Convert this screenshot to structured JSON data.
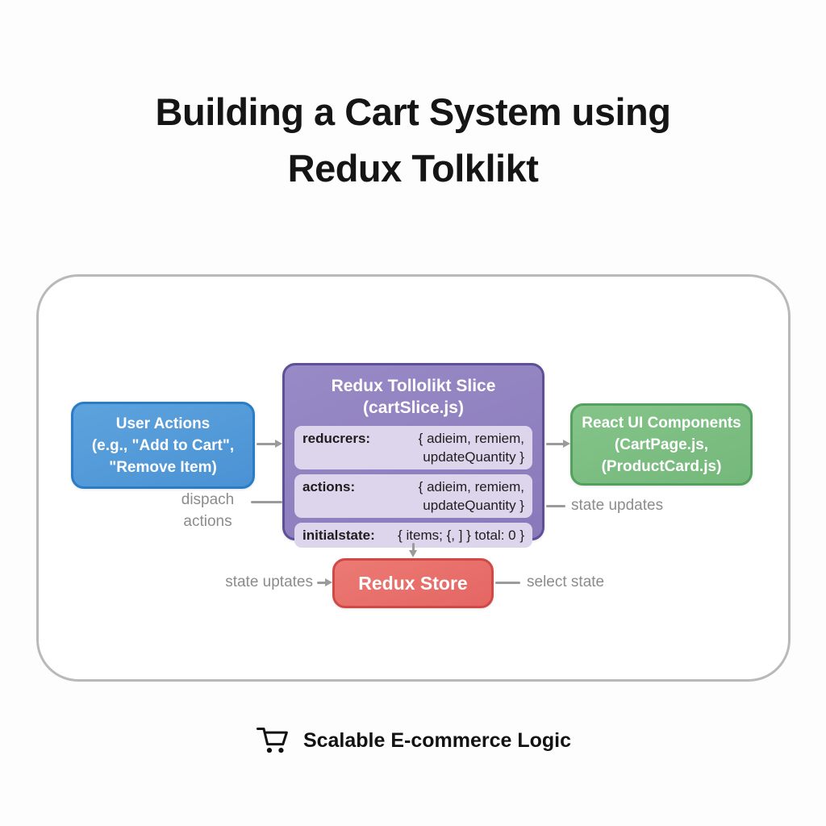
{
  "title": {
    "line1": "Building a Cart System using",
    "line2": "Redux Tolklikt"
  },
  "diagram": {
    "user_actions": {
      "line1": "User Actions",
      "line2": "(e.g., \"Add to Cart\",",
      "line3": "\"Remove Item)"
    },
    "slice": {
      "title_line1": "Redux Tollolikt Slice",
      "title_line2": "(cartSlice.js)",
      "rows": [
        {
          "label": "reducrers:",
          "value_line1": "{ adieim, remiem,",
          "value_line2": "updateQuantity }"
        },
        {
          "label": "actions:",
          "value_line1": "{ adieim, remiem,",
          "value_line2": "updateQuantity }"
        },
        {
          "label": "initialstate:",
          "value_line1": "{ items; {, ] }  total: 0 }",
          "value_line2": ""
        }
      ]
    },
    "react_components": {
      "line1": "React UI Components",
      "line2": "(CartPage.js,",
      "line3": "(ProductCard.js)"
    },
    "redux_store": {
      "label": "Redux Store"
    },
    "edge_labels": {
      "dispatch_line1": "dispach",
      "dispatch_line2": "actions",
      "state_updates_right": "state updates",
      "state_uptates_left": "state uptates",
      "select_state": "select state"
    }
  },
  "footer": {
    "icon": "shopping-cart-icon",
    "caption": "Scalable E-commerce Logic"
  },
  "colors": {
    "user_actions_fill": "#4d96d6",
    "user_actions_border": "#2b7cc5",
    "slice_fill": "#9080bf",
    "slice_border": "#5e4f97",
    "slice_row_fill": "#ddd5ec",
    "react_fill": "#7cbd80",
    "react_border": "#54a05e",
    "store_fill": "#e8706c",
    "store_border": "#cf4a47",
    "connector_gray": "#9b9b9b",
    "label_gray": "#8c8c8c",
    "card_border": "#b9b9b9"
  }
}
